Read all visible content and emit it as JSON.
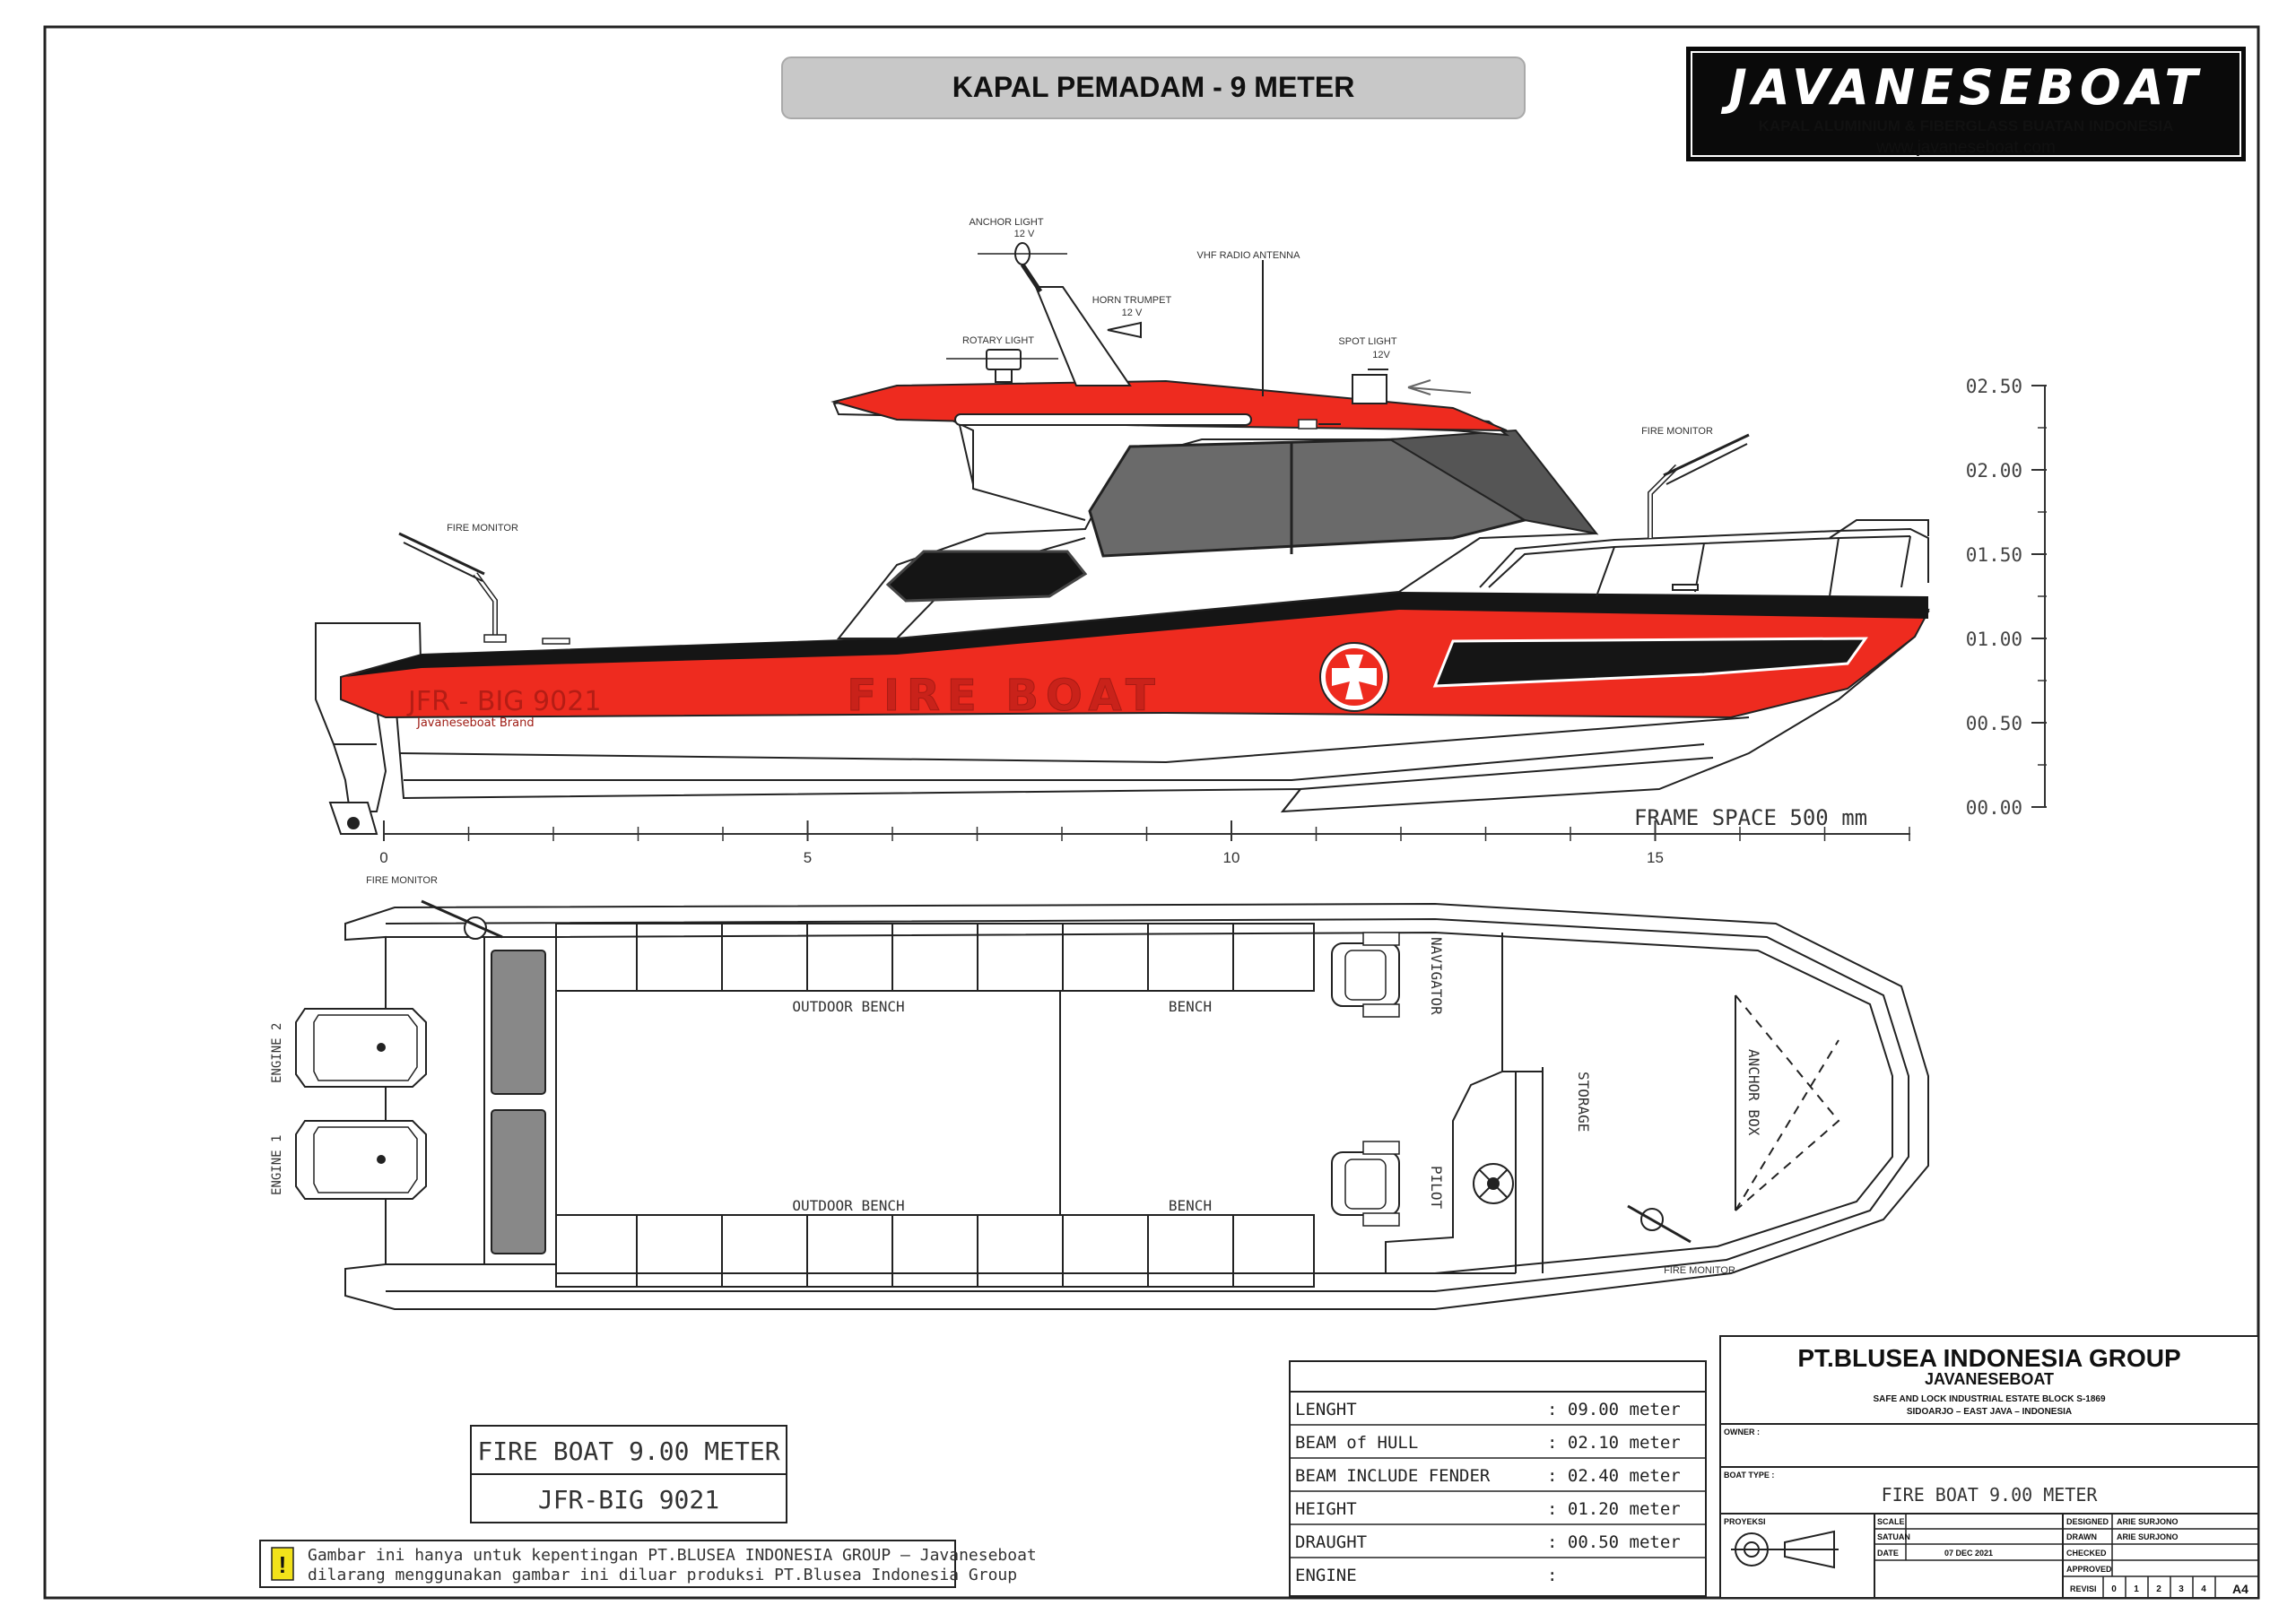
{
  "header": {
    "title": "KAPAL PEMADAM - 9 METER",
    "brand": "JAVANESEBOAT",
    "brand_tagline": "KAPAL ALUMINIUM & FIBERGLASS BUATAN INDONESIA",
    "brand_url": "www.javaneseboat.com"
  },
  "side_view": {
    "callouts": {
      "anchor_light": "ANCHOR LIGHT",
      "anchor_light_v": "12 V",
      "vhf_antenna": "VHF RADIO ANTENNA",
      "horn_trumpet": "HORN TRUMPET",
      "horn_trumpet_v": "12 V",
      "rotary_light": "ROTARY LIGHT",
      "spot_light": "SPOT LIGHT",
      "spot_light_v": "12V",
      "fire_monitor_bow": "FIRE MONITOR",
      "fire_monitor_stern": "FIRE MONITOR"
    },
    "hull_reg": "JFR - BIG 9021",
    "hull_sub": "Javaneseboat Brand",
    "hull_text": "FIRE BOAT",
    "frame_space": "FRAME SPACE   500  mm",
    "frame_ticks": [
      "0",
      "5",
      "10",
      "15"
    ],
    "height_ticks": [
      "02.50",
      "02.00",
      "01.50",
      "01.00",
      "00.50",
      "00.00"
    ]
  },
  "plan_view": {
    "fire_monitor_stern": "FIRE MONITOR",
    "fire_monitor_bow": "FIRE MONITOR",
    "engine_2": "ENGINE 2",
    "engine_1": "ENGINE 1",
    "outdoor_bench_top": "OUTDOOR BENCH",
    "bench_top": "BENCH",
    "outdoor_bench_bottom": "OUTDOOR BENCH",
    "bench_bottom": "BENCH",
    "navigator": "NAVIGATOR",
    "pilot": "PILOT",
    "storage": "STORAGE",
    "anchor_box": "ANCHOR BOX"
  },
  "model_box": {
    "name": "FIRE BOAT 9.00 METER",
    "code": "JFR-BIG 9021"
  },
  "notice": {
    "line1": "Gambar ini hanya untuk kepentingan PT.BLUSEA INDONESIA GROUP – Javaneseboat",
    "line2": "dilarang menggunakan gambar ini diluar produksi PT.Blusea Indonesia Group",
    "icon": "!"
  },
  "specs": [
    {
      "label": "LENGHT",
      "value": ": 09.00  meter"
    },
    {
      "label": "BEAM  of  HULL",
      "value": ": 02.10  meter"
    },
    {
      "label": "BEAM  INCLUDE  FENDER",
      "value": ": 02.40  meter"
    },
    {
      "label": "HEIGHT",
      "value": ": 01.20  meter"
    },
    {
      "label": "DRAUGHT",
      "value": ": 00.50  meter"
    },
    {
      "label": "ENGINE",
      "value": ":"
    }
  ],
  "title_block": {
    "company": "PT.BLUSEA INDONESIA GROUP",
    "brand": "JAVANESEBOAT",
    "address1": "SAFE AND LOCK INDUSTRIAL ESTATE BLOCK S-1869",
    "address2": "SIDOARJO – EAST JAVA – INDONESIA",
    "owner_label": "OWNER :",
    "boat_type_label": "BOAT TYPE :",
    "boat_type": "FIRE BOAT 9.00 METER",
    "proyeksi": "PROYEKSI",
    "scale": "SCALE",
    "satuan": "SATUAN",
    "date_label": "DATE",
    "date": "07  DEC  2021",
    "designed": "DESIGNED",
    "designed_by": "ARIE SURJONO",
    "drawn": "DRAWN",
    "drawn_by": "ARIE SURJONO",
    "checked": "CHECKED",
    "approved": "APPROVED",
    "revisi": "REVISI",
    "rev_cells": [
      "0",
      "1",
      "2",
      "3",
      "4"
    ],
    "paper": "A4"
  },
  "colors": {
    "hull_red": "#ee2b1f",
    "stripe_black": "#151515",
    "title_bar": "#c8c8c8",
    "logo_bg": "#0a0a0a",
    "notice_icon": "#f2e21a"
  }
}
